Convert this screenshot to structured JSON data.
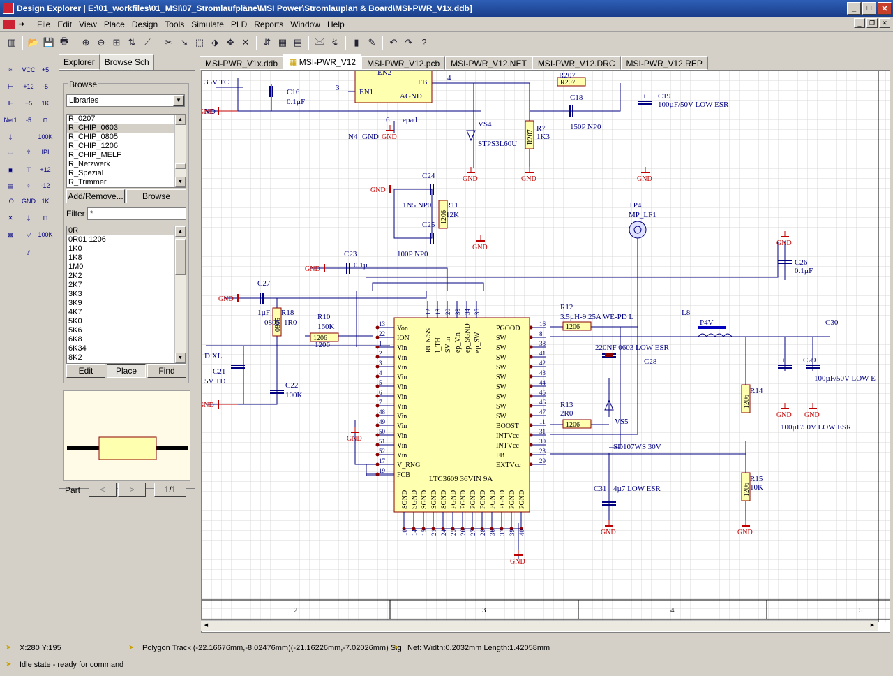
{
  "window": {
    "title": "Design Explorer | E:\\01_workfiles\\01_MSI\\07_Stromlaufpläne\\MSI Power\\Stromlauplan & Board\\MSI-PWR_V1x.ddb]",
    "minimize": "_",
    "maximize": "□",
    "close": "✕"
  },
  "menu": [
    "File",
    "Edit",
    "View",
    "Place",
    "Design",
    "Tools",
    "Simulate",
    "PLD",
    "Reports",
    "Window",
    "Help"
  ],
  "panel": {
    "tabs": [
      "Explorer",
      "Browse Sch"
    ],
    "browse_label": "Browse",
    "browse_select": "Libraries",
    "library_items": [
      "R_0207",
      "R_CHIP_0603",
      "R_CHIP_0805",
      "R_CHIP_1206",
      "R_CHIP_MELF",
      "R_Netzwerk",
      "R_Spezial",
      "R_Trimmer"
    ],
    "library_selected_index": 1,
    "add_remove": "Add/Remove...",
    "browse_button": "Browse",
    "filter_label": "Filter",
    "filter_value": "*",
    "part_items": [
      "0R",
      "0R01 1206",
      "1K0",
      "1K8",
      "1M0",
      "2K2",
      "2K7",
      "3K3",
      "3K9",
      "4K7",
      "5K0",
      "5K6",
      "6K8",
      "6K34",
      "8K2"
    ],
    "part_selected_index": 0,
    "edit_button": "Edit",
    "place_button": "Place",
    "find_button": "Find",
    "part_label": "Part",
    "part_prev": "<",
    "part_next": ">",
    "part_page": "1/1"
  },
  "doc_tabs": [
    "MSI-PWR_V1x.ddb",
    "MSI-PWR_V12",
    "MSI-PWR_V12.pcb",
    "MSI-PWR_V12.NET",
    "MSI-PWR_V12.DRC",
    "MSI-PWR_V12.REP"
  ],
  "doc_tab_active": 1,
  "schematic": {
    "ic": {
      "name": "LTC3609 36VIN 9A",
      "left_pins": [
        {
          "num": "13",
          "name": "Von"
        },
        {
          "num": "22",
          "name": "ION"
        },
        {
          "num": "1",
          "name": "Vin"
        },
        {
          "num": "2",
          "name": "Vin"
        },
        {
          "num": "3",
          "name": "Vin"
        },
        {
          "num": "4",
          "name": "Vin"
        },
        {
          "num": "5",
          "name": "Vin"
        },
        {
          "num": "6",
          "name": "Vin"
        },
        {
          "num": "7",
          "name": "Vin"
        },
        {
          "num": "48",
          "name": "Vin"
        },
        {
          "num": "49",
          "name": "Vin"
        },
        {
          "num": "50",
          "name": "Vin"
        },
        {
          "num": "51",
          "name": "Vin"
        },
        {
          "num": "52",
          "name": "Vin"
        },
        {
          "num": "17",
          "name": "V_RNG"
        },
        {
          "num": "19",
          "name": "FCB"
        }
      ],
      "right_pins": [
        {
          "num": "16",
          "name": "PGOOD"
        },
        {
          "num": "8",
          "name": "SW"
        },
        {
          "num": "38",
          "name": "SW"
        },
        {
          "num": "41",
          "name": "SW"
        },
        {
          "num": "42",
          "name": "SW"
        },
        {
          "num": "43",
          "name": "SW"
        },
        {
          "num": "44",
          "name": "SW"
        },
        {
          "num": "45",
          "name": "SW"
        },
        {
          "num": "46",
          "name": "SW"
        },
        {
          "num": "47",
          "name": "SW"
        },
        {
          "num": "11",
          "name": "BOOST"
        },
        {
          "num": "31",
          "name": "INTVcc"
        },
        {
          "num": "30",
          "name": "INTVcc"
        },
        {
          "num": "23",
          "name": "FB"
        },
        {
          "num": "29",
          "name": "EXTVcc"
        }
      ],
      "top_pins": [
        {
          "num": "12",
          "name": "RUN/SS"
        },
        {
          "num": "18",
          "name": "I_TH"
        },
        {
          "num": "20",
          "name": "SV in"
        },
        {
          "num": "33",
          "name": "ep_Vin"
        },
        {
          "num": "34",
          "name": "ep_SGND"
        },
        {
          "num": "35",
          "name": "ep_SW"
        }
      ],
      "bottom_pins": [
        "SGND",
        "SGND",
        "SGND",
        "SGND",
        "SGND",
        "PGND",
        "PGND",
        "PGND",
        "PGND",
        "PGND",
        "PGND",
        "PGND",
        "PGND"
      ],
      "bottom_nums": [
        "10",
        "14",
        "15",
        "21",
        "24",
        "25",
        "26",
        "27",
        "28",
        "36",
        "37",
        "39",
        "40"
      ]
    },
    "labels": [
      {
        "t": "35V TC"
      },
      {
        "t": "ND"
      },
      {
        "t": "C16"
      },
      {
        "t": "0.1µF"
      },
      {
        "t": "3"
      },
      {
        "t": "EN1"
      },
      {
        "t": "AGND"
      },
      {
        "t": "epad"
      },
      {
        "t": "FB"
      },
      {
        "t": "EN2"
      },
      {
        "t": "4"
      },
      {
        "t": "6"
      },
      {
        "t": "GND"
      },
      {
        "t": "N4"
      },
      {
        "t": "VS4"
      },
      {
        "t": "STPS3L60U"
      },
      {
        "t": "R207"
      },
      {
        "t": "C18"
      },
      {
        "t": "150P NP0"
      },
      {
        "t": "R7"
      },
      {
        "t": "1K3"
      },
      {
        "t": "C19"
      },
      {
        "t": "100µF/50V LOW ESR"
      },
      {
        "t": "C24"
      },
      {
        "t": "1N5 NP0"
      },
      {
        "t": "R11"
      },
      {
        "t": "12K"
      },
      {
        "t": "C25"
      },
      {
        "t": "100P NP0"
      },
      {
        "t": "C23"
      },
      {
        "t": "0.1µ"
      },
      {
        "t": "TP4"
      },
      {
        "t": "MP_LF1"
      },
      {
        "t": "C26"
      },
      {
        "t": "0.1µF"
      },
      {
        "t": "C27"
      },
      {
        "t": "1µF"
      },
      {
        "t": "R18"
      },
      {
        "t": "1R0"
      },
      {
        "t": "0805"
      },
      {
        "t": "R10"
      },
      {
        "t": "160K"
      },
      {
        "t": "1206"
      },
      {
        "t": "D XL"
      },
      {
        "t": "C21"
      },
      {
        "t": "5V TD"
      },
      {
        "t": "C22"
      },
      {
        "t": "100K"
      },
      {
        "t": "R12"
      },
      {
        "t": "3.5µH-9.25A  WE-PD L"
      },
      {
        "t": "L8"
      },
      {
        "t": "P4V"
      },
      {
        "t": "C30"
      },
      {
        "t": "220NF 0603 LOW ESR"
      },
      {
        "t": "C28"
      },
      {
        "t": "C29"
      },
      {
        "t": "100µF/50V LOW E"
      },
      {
        "t": "R14"
      },
      {
        "t": "R13"
      },
      {
        "t": "2R0"
      },
      {
        "t": "VS5"
      },
      {
        "t": "SD107WS 30V"
      },
      {
        "t": "100µF/50V LOW ESR"
      },
      {
        "t": "R15"
      },
      {
        "t": "10K"
      },
      {
        "t": "C31"
      },
      {
        "t": "4µ7 LOW ESR"
      }
    ],
    "gnd": "GND",
    "zones": [
      "2",
      "3",
      "4",
      "5"
    ]
  },
  "status": {
    "coords": "X:280 Y:195",
    "polygon": "Polygon Track (-22.16676mm,-8.02476mm)(-21.16226mm,-7.02026mm)  Sig",
    "net": "Net: Width:0.2032mm Length:1.42058mm",
    "state": "Idle state - ready for command"
  },
  "colors": {
    "title_bg": "#1a3e8a",
    "wire": "#000080",
    "ic_fill": "#ffffb0",
    "ic_stroke": "#8b0000",
    "gnd": "#c00000",
    "grid": "#d8d8d8"
  }
}
